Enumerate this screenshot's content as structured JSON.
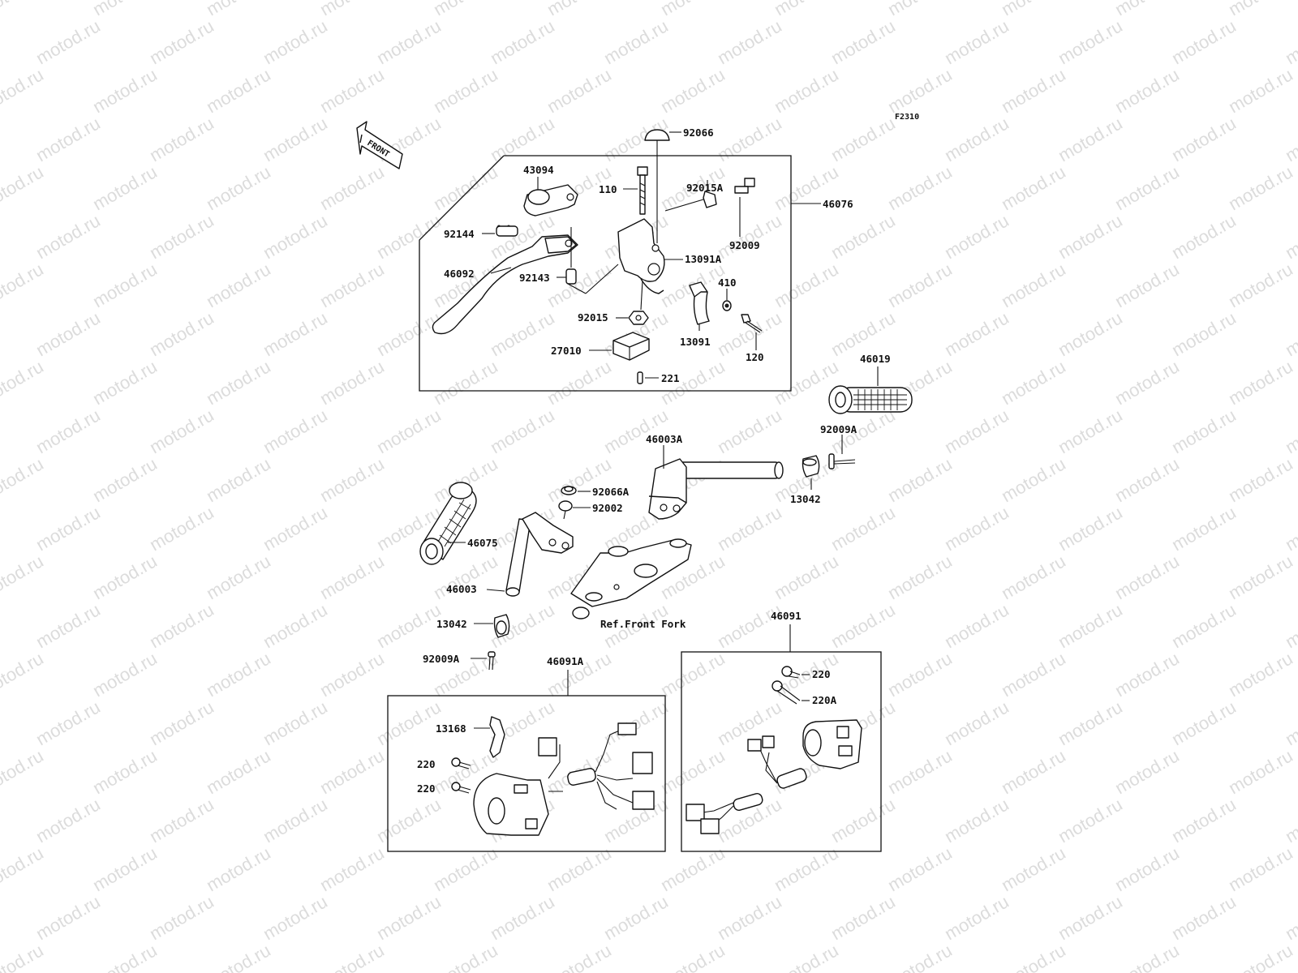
{
  "watermark": "motod.ru",
  "figure_code": "F2310",
  "direction_label": "FRONT",
  "reference_note": "Ref.Front Fork",
  "labels": {
    "p92066": "92066",
    "p43094": "43094",
    "p110": "110",
    "p92015A": "92015A",
    "p46076": "46076",
    "p92144": "92144",
    "p92009": "92009",
    "p13091A": "13091A",
    "p46092": "46092",
    "p92143": "92143",
    "p410": "410",
    "p92015": "92015",
    "p13091": "13091",
    "p27010": "27010",
    "p120": "120",
    "p221": "221",
    "p46019": "46019",
    "p46003A": "46003A",
    "p92009A_r": "92009A",
    "p13042_r": "13042",
    "p92066A": "92066A",
    "p92002": "92002",
    "p46075": "46075",
    "p46003": "46003",
    "p13042_l": "13042",
    "p92009A_l": "92009A",
    "p46091": "46091",
    "p46091A": "46091A",
    "p220_r": "220",
    "p220A": "220A",
    "p13168": "13168",
    "p220_l1": "220",
    "p220_l2": "220"
  }
}
